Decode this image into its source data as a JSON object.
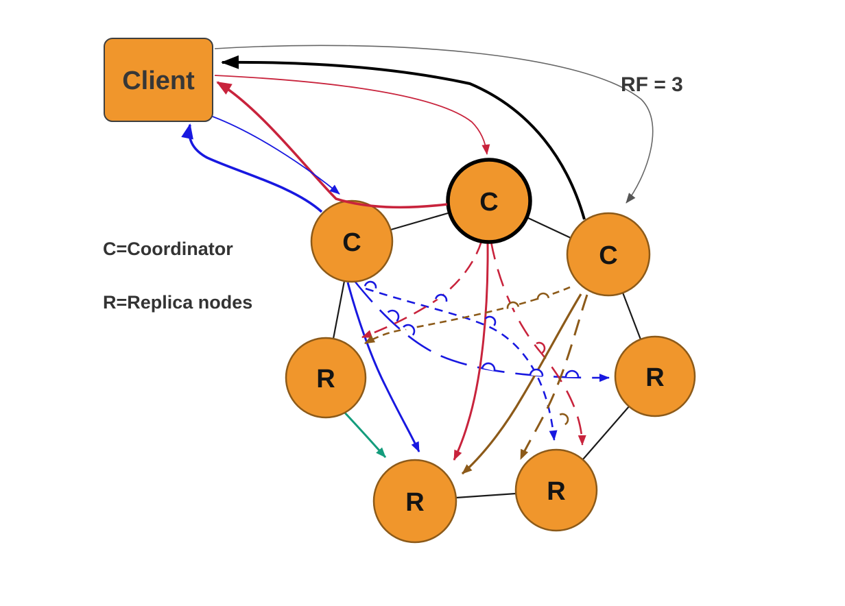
{
  "diagram": {
    "client": {
      "label": "Client"
    },
    "annotation_rf": "RF = 3",
    "legend": [
      {
        "text": "C=Coordinator"
      },
      {
        "text": "R=Replica nodes"
      }
    ],
    "nodes": [
      {
        "id": "coordinator-top",
        "label": "C",
        "role": "coordinator",
        "highlighted": true
      },
      {
        "id": "coordinator-left",
        "label": "C",
        "role": "coordinator",
        "highlighted": false
      },
      {
        "id": "coordinator-right",
        "label": "C",
        "role": "coordinator",
        "highlighted": false
      },
      {
        "id": "replica-left",
        "label": "R",
        "role": "replica",
        "highlighted": false
      },
      {
        "id": "replica-right",
        "label": "R",
        "role": "replica",
        "highlighted": false
      },
      {
        "id": "replica-bottom-left",
        "label": "R",
        "role": "replica",
        "highlighted": false
      },
      {
        "id": "replica-bottom-right",
        "label": "R",
        "role": "replica",
        "highlighted": false
      }
    ],
    "colors": {
      "node_fill": "#F0962C",
      "node_border": "#8C5A19",
      "highlight_border": "#000000",
      "ring_edge": "#1A1A1A",
      "blue_flow": "#1818E0",
      "red_flow": "#C8233C",
      "brown_flow": "#8C5A19",
      "green_flow": "#149C7C",
      "black_flow": "#000000",
      "gray_flow": "#666666",
      "label_text": "#333333"
    },
    "flows": [
      {
        "from": "client",
        "to": "coordinator-left",
        "color": "blue",
        "stroke": "thin-solid"
      },
      {
        "from": "coordinator-left",
        "to": "client",
        "color": "blue",
        "stroke": "thick-solid"
      },
      {
        "from": "client",
        "to": "coordinator-top",
        "color": "red",
        "stroke": "thin-solid"
      },
      {
        "from": "coordinator-top",
        "to": "client",
        "color": "red",
        "stroke": "thick-solid"
      },
      {
        "from": "client",
        "to": "coordinator-right",
        "color": "gray",
        "stroke": "thin-solid"
      },
      {
        "from": "coordinator-right",
        "to": "client",
        "color": "black",
        "stroke": "thick-solid"
      },
      {
        "from": "coordinator-left",
        "to": "replica-right",
        "color": "blue",
        "stroke": "long-dash"
      },
      {
        "from": "coordinator-left",
        "to": "replica-bottom-left",
        "color": "blue",
        "stroke": "solid"
      },
      {
        "from": "coordinator-left",
        "to": "replica-bottom-right",
        "color": "blue",
        "stroke": "dashed"
      },
      {
        "from": "coordinator-top",
        "to": "replica-left",
        "color": "red",
        "stroke": "dashed"
      },
      {
        "from": "coordinator-top",
        "to": "replica-bottom-left",
        "color": "red",
        "stroke": "solid"
      },
      {
        "from": "coordinator-top",
        "to": "replica-bottom-right",
        "color": "red",
        "stroke": "long-dash"
      },
      {
        "from": "coordinator-right",
        "to": "replica-left",
        "color": "brown",
        "stroke": "dashed"
      },
      {
        "from": "coordinator-right",
        "to": "replica-bottom-left",
        "color": "brown",
        "stroke": "solid"
      },
      {
        "from": "coordinator-right",
        "to": "replica-bottom-right",
        "color": "brown",
        "stroke": "long-dash"
      },
      {
        "from": "replica-left",
        "to": "replica-bottom-left",
        "color": "green",
        "stroke": "solid"
      }
    ]
  }
}
